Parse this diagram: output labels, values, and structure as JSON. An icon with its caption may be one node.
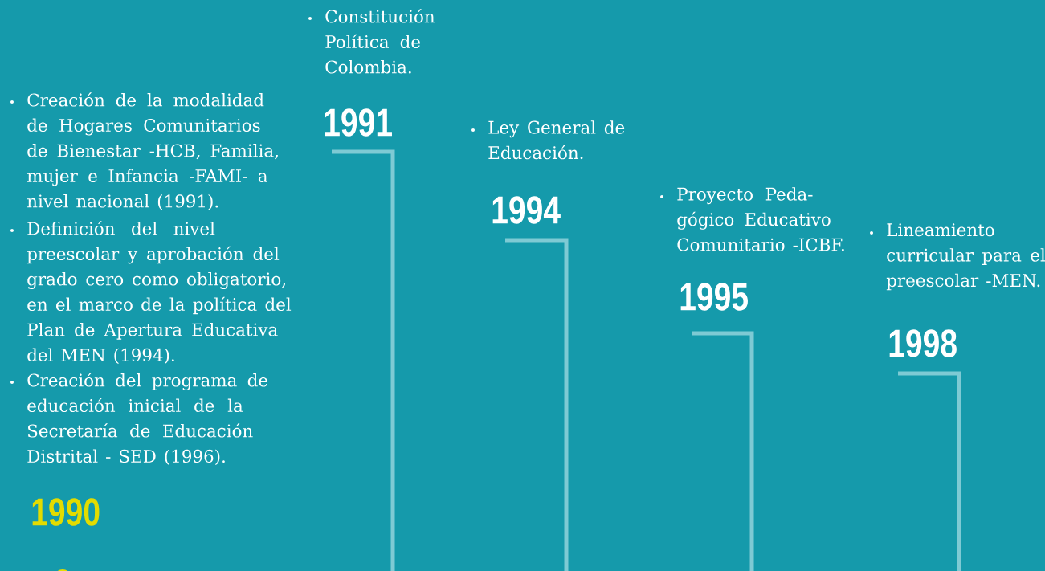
{
  "diagram": {
    "labels": [
      "Creación de la modalidad de Hogares Comunitarios de Bienestar -HCB, Familia, mujer e Infancia -FAMI- a nivel nacional (1991).",
      "Definición del nivel preescolar y aprobación del grado cero como obligatorio, en el marco de la política del Plan de Apertura Educativa del MEN (1994).",
      "Creación del programa de educación inicial de la Secretaría de Educación Distrital - SED (1996).",
      "1990",
      "Constitución Política de Colombia.",
      "1991",
      "Ley General de Educación.",
      "1994",
      "Proyecto Peda- gógico Educativo Comunitario -ICBF.",
      "1995",
      "Lineamiento curricular para el preescolar -MEN.",
      "1998"
    ]
  }
}
